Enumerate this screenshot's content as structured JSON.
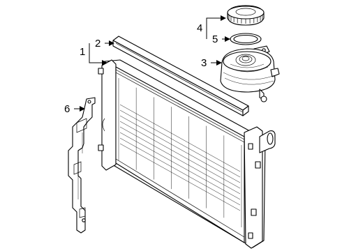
{
  "callouts": [
    {
      "id": "1",
      "text": "1"
    },
    {
      "id": "2",
      "text": "2"
    },
    {
      "id": "3",
      "text": "3"
    },
    {
      "id": "4",
      "text": "4"
    },
    {
      "id": "5",
      "text": "5"
    },
    {
      "id": "6",
      "text": "6"
    }
  ],
  "parts": {
    "radiator": "radiator",
    "upper_seal": "upper-seal-strip",
    "expansion_tank": "coolant-expansion-tank",
    "reservoir_cap": "reservoir-cap",
    "cap_gasket": "cap-gasket",
    "side_bracket": "side-air-guide-bracket"
  },
  "colors": {
    "line": "#000000",
    "background": "#ffffff"
  }
}
